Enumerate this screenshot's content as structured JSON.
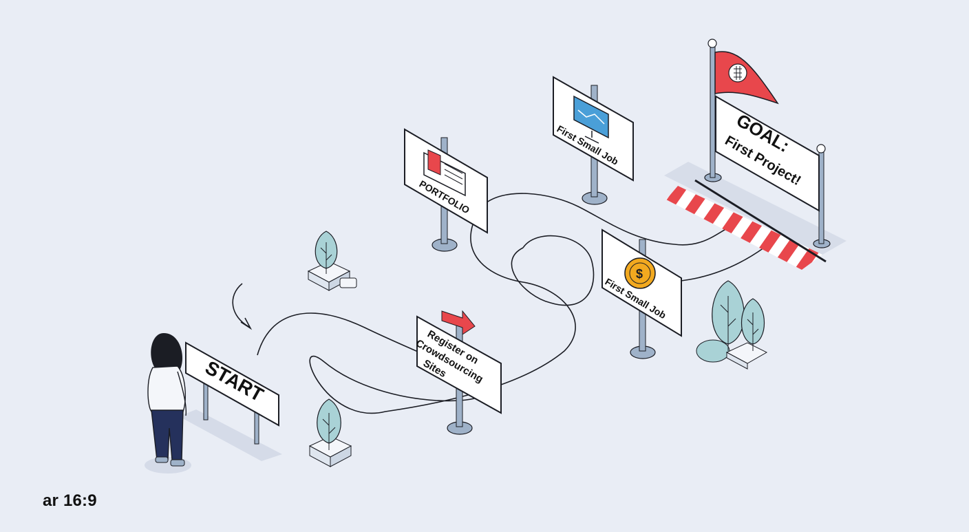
{
  "signs": {
    "start": "START",
    "register": [
      "Register on",
      "Crowdsourcing",
      "Sites"
    ],
    "portfolio": "PORTFOLIO",
    "first_job_top": "First Small Job",
    "first_job_mid": "First Small Job",
    "goal_title": "GOAL:",
    "goal_subtitle_1": "First Project!"
  },
  "caption": "ar 16:9",
  "colors": {
    "background": "#e9edf5",
    "accent_red": "#e8474c",
    "line": "#1b1d24",
    "coin": "#f2a91f",
    "tree": "#a9d2d6",
    "pole": "#9fb2c9"
  },
  "icons": {
    "start_arrow": "curved-arrow-icon",
    "register_arrow": "red-arrow-icon",
    "portfolio": "portfolio-book-icon",
    "monitor": "monitor-chart-icon",
    "coin": "dollar-coin-icon",
    "flag": "goal-flag-icon",
    "trees": "tree-icon"
  }
}
